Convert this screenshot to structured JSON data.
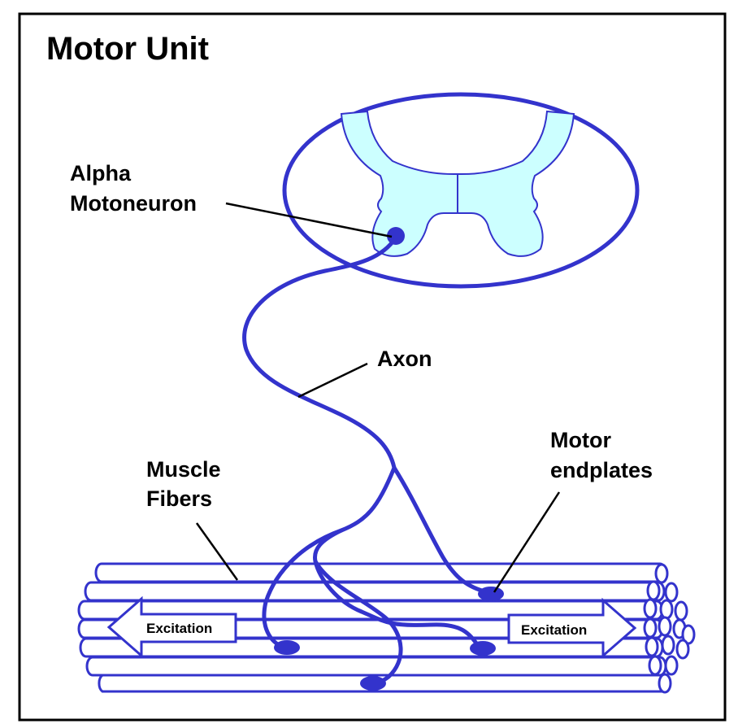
{
  "title": "Motor Unit",
  "labels": {
    "alpha_line1": "Alpha",
    "alpha_line2": "Motoneuron",
    "axon": "Axon",
    "muscle_line1": "Muscle",
    "muscle_line2": "Fibers",
    "endplates_line1": "Motor",
    "endplates_line2": "endplates",
    "excitation_left": "Excitation",
    "excitation_right": "Excitation"
  },
  "colors": {
    "structure": "#3333cc",
    "gray_matter": "#ccffff",
    "outline": "#000000"
  }
}
